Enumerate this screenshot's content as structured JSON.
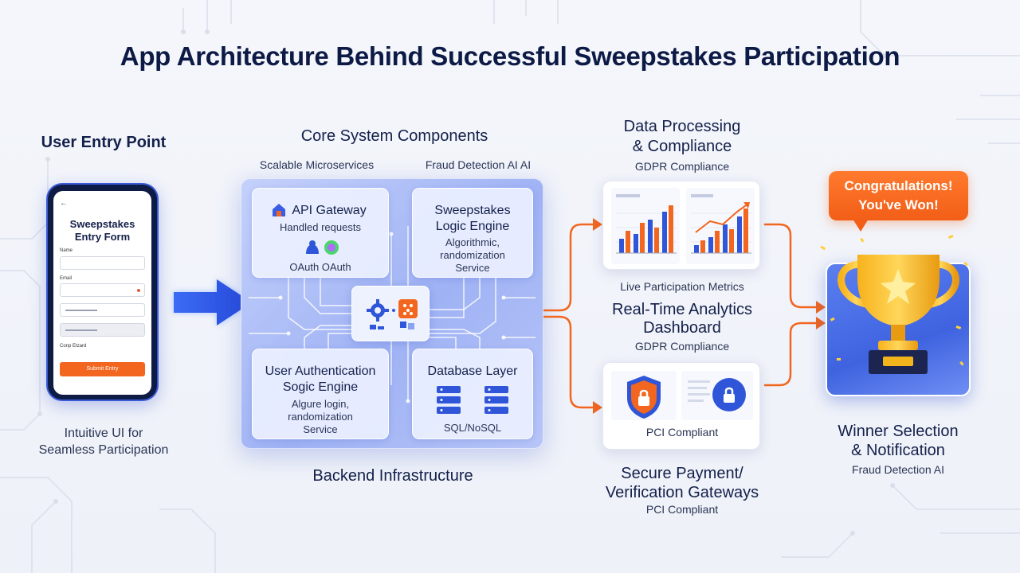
{
  "title": "App Architecture Behind Successful Sweepstakes Participation",
  "user_entry": {
    "heading": "User Entry Point",
    "caption_line1": "Intuitive UI for",
    "caption_line2": "Seamless Participation",
    "phone": {
      "back_glyph": "←",
      "form_title_line1": "Sweepstakes",
      "form_title_line2": "Entry Form",
      "name_label": "Name",
      "email_label": "Email",
      "confirm_label": "Conp Etzard",
      "submit_label": "Submit Entry"
    }
  },
  "core": {
    "heading": "Core System Components",
    "left_label": "Scalable Microservices",
    "right_label": "Fraud Detection AI AI",
    "footer": "Backend Infrastructure",
    "api_gateway": {
      "title": "API Gateway",
      "line1": "Handled requests",
      "line2": "OAuth OAuth"
    },
    "logic_engine": {
      "title_line1": "Sweepstakes",
      "title_line2": "Logic Engine",
      "line1": "Algorithmic,",
      "line2": "randomization",
      "line3": "Service"
    },
    "user_auth": {
      "title_line1": "User Authentication",
      "title_line2": "Sogic Engine",
      "line1": "Algure login,",
      "line2": "randomization",
      "line3": "Service"
    },
    "database": {
      "title": "Database Layer",
      "line1": "SQL/NoSQL"
    }
  },
  "data_processing": {
    "heading_line1": "Data Processing",
    "heading_line2": "& Compliance",
    "sub1": "GDPR Compliance",
    "metrics_caption": "Live Participation Metrics",
    "analytics_line1": "Real-Time Analytics",
    "analytics_line2": "Dashboard",
    "sub2": "GDPR Compliance",
    "pci_card_label": "PCI Compliant",
    "payment_line1": "Secure Payment/",
    "payment_line2": "Verification Gateways",
    "payment_sub": "PCI Compliant"
  },
  "winner": {
    "bubble_line1": "Congratulations!",
    "bubble_line2": "You've Won!",
    "heading_line1": "Winner Selection",
    "heading_line2": "& Notification",
    "sub": "Fraud Detection AI"
  },
  "colors": {
    "accent_blue": "#3b5ce4",
    "accent_orange": "#f2661f",
    "navy": "#0d1a45"
  }
}
